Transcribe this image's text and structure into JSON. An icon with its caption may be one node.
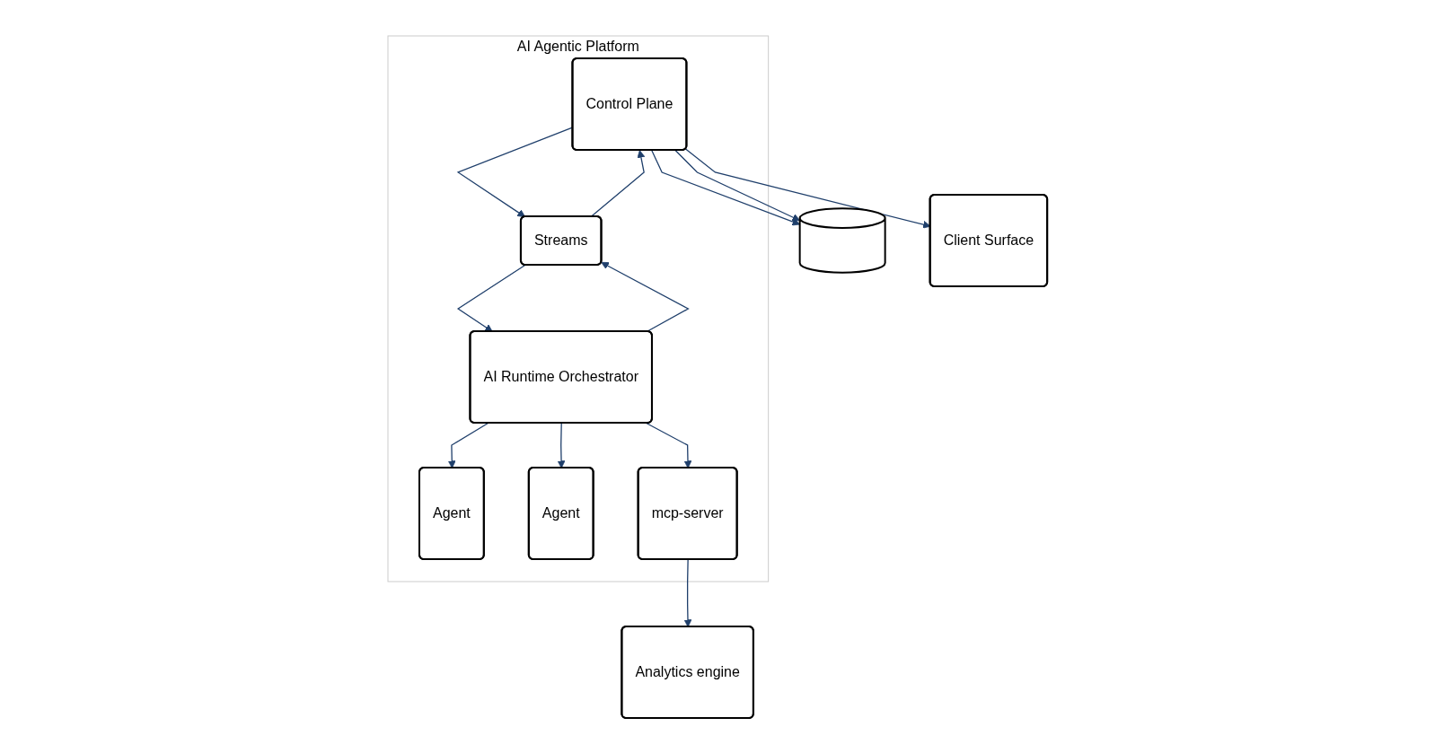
{
  "diagram": {
    "nodes": [
      {
        "text": [
          "AI Agentic Platform"
        ]
      },
      {
        "text": [
          "Control Plane"
        ],
        "in": 0
      },
      {
        "text": [
          "Streams"
        ],
        "in": 0
      },
      {
        "text": [
          "AI Runtime Orchestrator"
        ],
        "in": 0
      },
      {
        "text": [
          "Agent"
        ],
        "in": 0
      },
      {
        "text": [
          "Agent"
        ],
        "in": 0
      },
      {
        "text": [
          "mcp-server"
        ],
        "in": 0
      },
      {
        "text": [
          "Client Surface"
        ]
      },
      {
        "text": [],
        "shape": "cylinder"
      },
      {
        "text": [
          "Analytics engine"
        ]
      }
    ],
    "edges": [
      {
        "from": 1,
        "to": 8,
        "arrow": "to"
      },
      {
        "from": 1,
        "to": 8,
        "arrow": "to"
      },
      {
        "from": 1,
        "to": 2,
        "arrow": "to"
      },
      {
        "from": 2,
        "to": 1,
        "arrow": "to"
      },
      {
        "from": 1,
        "to": 7,
        "arrow": "to"
      },
      {
        "from": 3,
        "to": 2,
        "arrow": "to"
      },
      {
        "from": 2,
        "to": 3,
        "arrow": "to"
      },
      {
        "from": 3,
        "to": 4,
        "arrow": "to"
      },
      {
        "from": 3,
        "to": 5,
        "arrow": "to"
      },
      {
        "from": 3,
        "to": 6,
        "arrow": "to"
      },
      {
        "from": 6,
        "to": 9,
        "arrow": "to"
      }
    ]
  }
}
